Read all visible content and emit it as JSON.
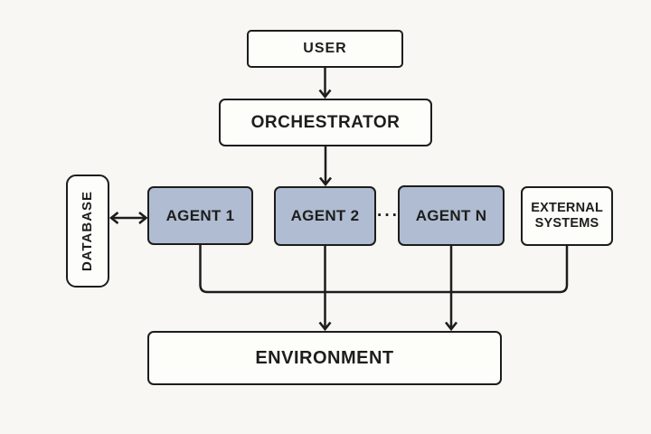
{
  "nodes": {
    "user": {
      "label": "USER"
    },
    "orchestrator": {
      "label": "ORCHESTRATOR"
    },
    "agent1": {
      "label": "AGENT 1"
    },
    "agent2": {
      "label": "AGENT 2"
    },
    "agent_n": {
      "label": "AGENT N"
    },
    "external_systems": {
      "label": "EXTERNAL SYSTEMS"
    },
    "database": {
      "label": "DATABASE"
    },
    "environment": {
      "label": "ENVIRONMENT"
    }
  },
  "ellipsis": "···",
  "edges": [
    {
      "from": "USER",
      "to": "ORCHESTRATOR",
      "style": "arrow-down"
    },
    {
      "from": "ORCHESTRATOR",
      "to": "AGENT 2",
      "style": "arrow-down"
    },
    {
      "from": "DATABASE",
      "to": "AGENT 1",
      "style": "double-arrow-horizontal"
    },
    {
      "from": "AGENT 1",
      "to": "ENVIRONMENT",
      "style": "elbow-to-bus-no-arrow"
    },
    {
      "from": "AGENT 2",
      "to": "ENVIRONMENT",
      "style": "arrow-down-through-bus"
    },
    {
      "from": "AGENT N",
      "to": "ENVIRONMENT",
      "style": "arrow-down-through-bus"
    },
    {
      "from": "EXTERNAL SYSTEMS",
      "to": "ENVIRONMENT",
      "style": "elbow-to-bus-no-arrow"
    }
  ],
  "colors": {
    "background": "#f8f7f4",
    "box_fill": "#fdfdfa",
    "agent_fill": "#afbcd1",
    "stroke": "#1d1d1b",
    "text": "#1d1d1b"
  }
}
